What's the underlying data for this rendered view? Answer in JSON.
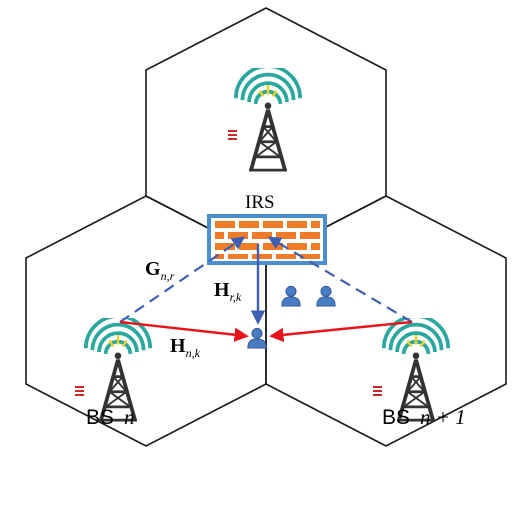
{
  "labels": {
    "irs": "IRS",
    "g_main": "G",
    "g_sub": "n,r",
    "hr_main": "H",
    "hr_sub": "r,k",
    "hn_main": "H",
    "hn_sub": "n,k",
    "bs_left_prefix": "BS",
    "bs_left_index": "n",
    "bs_right_prefix": "BS",
    "bs_right_index": "n + 1"
  },
  "colors": {
    "cell_border": "#1a1a1a",
    "direct_link": "#e8141b",
    "reflect_link": "#3f5fb3",
    "irs_frame": "#4b8fd1",
    "irs_element": "#f07c2a",
    "tower": "#333333",
    "signal_waves": "#2aa8a0",
    "signal_spark": "#f0d21e",
    "user": "#4a7cc4",
    "bs_marker": "#c82828"
  },
  "icons": {
    "base_station": "antenna-tower-icon",
    "user": "user-icon",
    "irs": "reflecting-surface-icon"
  }
}
